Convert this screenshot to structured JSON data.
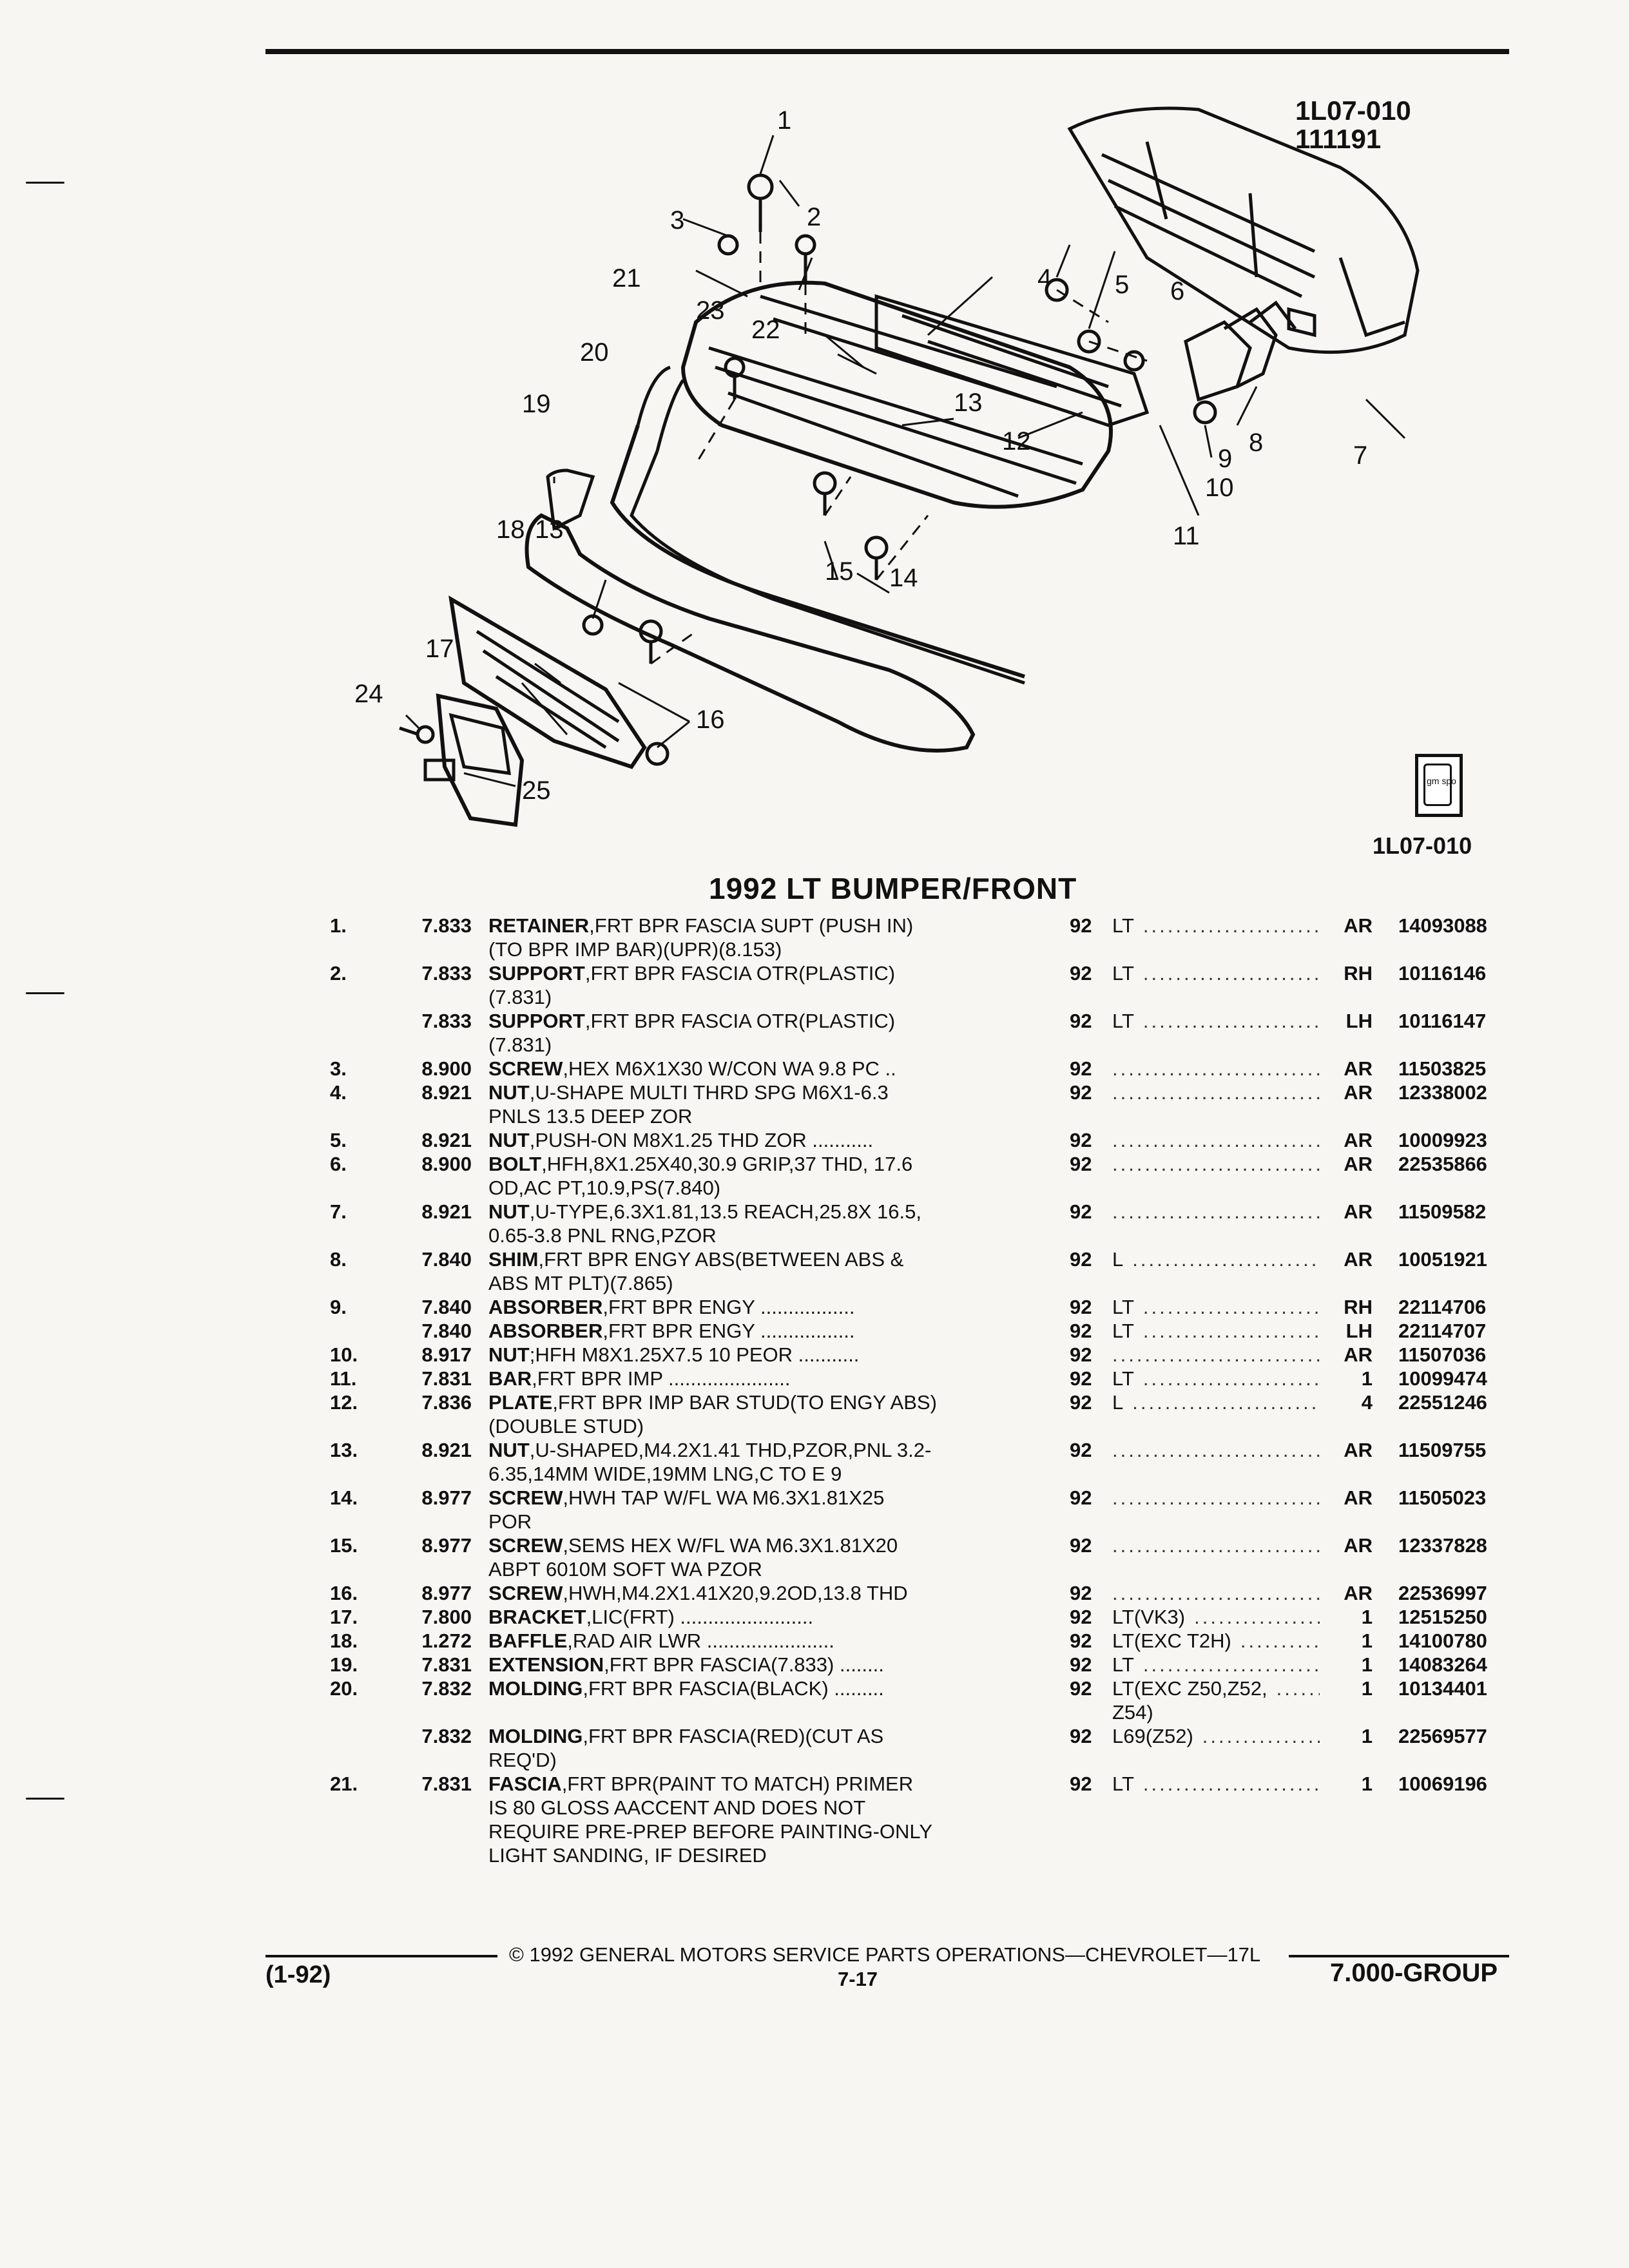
{
  "illustration": {
    "code_top_line1": "1L07-010",
    "code_top_line2": "111191",
    "code_bottom": "1L07-010",
    "logo_text": "gm spo",
    "callouts": [
      "1",
      "2",
      "3",
      "4",
      "5",
      "6",
      "7",
      "8",
      "9",
      "10",
      "11",
      "12",
      "13",
      "13",
      "14",
      "15",
      "16",
      "17",
      "18",
      "19",
      "20",
      "21",
      "22",
      "23",
      "24",
      "25"
    ]
  },
  "title": "1992 LT BUMPER/FRONT",
  "rows": [
    {
      "ref": "1.",
      "grp": "7.833",
      "name": "RETAINER",
      "desc": ",FRT BPR FASCIA SUPT (PUSH IN)",
      "yr": "92",
      "model": "LT",
      "qty": "AR",
      "pn": "14093088"
    },
    {
      "desc": "(TO BPR IMP BAR)(UPR)(8.153)"
    },
    {
      "ref": "2.",
      "grp": "7.833",
      "name": "SUPPORT",
      "desc": ",FRT BPR FASCIA OTR(PLASTIC)",
      "yr": "92",
      "model": "LT",
      "qty": "RH",
      "pn": "10116146"
    },
    {
      "desc": "(7.831)"
    },
    {
      "grp": "7.833",
      "name": "SUPPORT",
      "desc": ",FRT BPR FASCIA OTR(PLASTIC)",
      "yr": "92",
      "model": "LT",
      "qty": "LH",
      "pn": "10116147"
    },
    {
      "desc": "(7.831)"
    },
    {
      "ref": "3.",
      "grp": "8.900",
      "name": "SCREW",
      "desc": ",HEX M6X1X30 W/CON WA 9.8 PC ..",
      "yr": "92",
      "model": "",
      "qty": "AR",
      "pn": "11503825"
    },
    {
      "ref": "4.",
      "grp": "8.921",
      "name": "NUT",
      "desc": ",U-SHAPE MULTI THRD SPG M6X1-6.3",
      "yr": "92",
      "model": "",
      "qty": "AR",
      "pn": "12338002"
    },
    {
      "desc": "PNLS 13.5 DEEP ZOR"
    },
    {
      "ref": "5.",
      "grp": "8.921",
      "name": "NUT",
      "desc": ",PUSH-ON M8X1.25 THD ZOR ...........",
      "yr": "92",
      "model": "",
      "qty": "AR",
      "pn": "10009923"
    },
    {
      "ref": "6.",
      "grp": "8.900",
      "name": "BOLT",
      "desc": ",HFH,8X1.25X40,30.9 GRIP,37 THD, 17.6",
      "yr": "92",
      "model": "",
      "qty": "AR",
      "pn": "22535866"
    },
    {
      "desc": "OD,AC PT,10.9,PS(7.840)"
    },
    {
      "ref": "7.",
      "grp": "8.921",
      "name": "NUT",
      "desc": ",U-TYPE,6.3X1.81,13.5 REACH,25.8X 16.5,",
      "yr": "92",
      "model": "",
      "qty": "AR",
      "pn": "11509582"
    },
    {
      "desc": "0.65-3.8 PNL RNG,PZOR"
    },
    {
      "ref": "8.",
      "grp": "7.840",
      "name": "SHIM",
      "desc": ",FRT BPR ENGY ABS(BETWEEN ABS &",
      "yr": "92",
      "model": "L",
      "qty": "AR",
      "pn": "10051921"
    },
    {
      "desc": "ABS MT PLT)(7.865)"
    },
    {
      "ref": "9.",
      "grp": "7.840",
      "name": "ABSORBER",
      "desc": ",FRT BPR ENGY .................",
      "yr": "92",
      "model": "LT",
      "qty": "RH",
      "pn": "22114706"
    },
    {
      "grp": "7.840",
      "name": "ABSORBER",
      "desc": ",FRT BPR ENGY .................",
      "yr": "92",
      "model": "LT",
      "qty": "LH",
      "pn": "22114707"
    },
    {
      "ref": "10.",
      "grp": "8.917",
      "name": "NUT",
      "desc": ";HFH M8X1.25X7.5 10 PEOR ...........",
      "yr": "92",
      "model": "",
      "qty": "AR",
      "pn": "11507036"
    },
    {
      "ref": "11.",
      "grp": "7.831",
      "name": "BAR",
      "desc": ",FRT BPR IMP ......................",
      "yr": "92",
      "model": "LT",
      "qty": "1",
      "pn": "10099474"
    },
    {
      "ref": "12.",
      "grp": "7.836",
      "name": "PLATE",
      "desc": ",FRT BPR IMP BAR STUD(TO ENGY ABS)",
      "yr": "92",
      "model": "L",
      "qty": "4",
      "pn": "22551246"
    },
    {
      "desc": "(DOUBLE STUD)"
    },
    {
      "ref": "13.",
      "grp": "8.921",
      "name": "NUT",
      "desc": ",U-SHAPED,M4.2X1.41 THD,PZOR,PNL 3.2-",
      "yr": "92",
      "model": "",
      "qty": "AR",
      "pn": "11509755"
    },
    {
      "desc": "6.35,14MM WIDE,19MM LNG,C TO E 9"
    },
    {
      "ref": "14.",
      "grp": "8.977",
      "name": "SCREW",
      "desc": ",HWH TAP W/FL WA M6.3X1.81X25",
      "yr": "92",
      "model": "",
      "qty": "AR",
      "pn": "11505023"
    },
    {
      "desc": "POR"
    },
    {
      "ref": "15.",
      "grp": "8.977",
      "name": "SCREW",
      "desc": ",SEMS HEX W/FL WA M6.3X1.81X20",
      "yr": "92",
      "model": "",
      "qty": "AR",
      "pn": "12337828"
    },
    {
      "desc": "ABPT 6010M SOFT WA PZOR"
    },
    {
      "ref": "16.",
      "grp": "8.977",
      "name": "SCREW",
      "desc": ",HWH,M4.2X1.41X20,9.2OD,13.8 THD",
      "yr": "92",
      "model": "",
      "qty": "AR",
      "pn": "22536997"
    },
    {
      "ref": "17.",
      "grp": "7.800",
      "name": "BRACKET",
      "desc": ",LIC(FRT) ........................",
      "yr": "92",
      "model": "LT(VK3)",
      "qty": "1",
      "pn": "12515250"
    },
    {
      "ref": "18.",
      "grp": "1.272",
      "name": "BAFFLE",
      "desc": ",RAD AIR LWR .......................",
      "yr": "92",
      "model": "LT(EXC T2H)",
      "qty": "1",
      "pn": "14100780"
    },
    {
      "ref": "19.",
      "grp": "7.831",
      "name": "EXTENSION",
      "desc": ",FRT BPR FASCIA(7.833) ........",
      "yr": "92",
      "model": "LT",
      "qty": "1",
      "pn": "14083264"
    },
    {
      "ref": "20.",
      "grp": "7.832",
      "name": "MOLDING",
      "desc": ",FRT BPR FASCIA(BLACK) .........",
      "yr": "92",
      "model": "LT(EXC Z50,Z52,",
      "qty": "1",
      "pn": "10134401"
    },
    {
      "model": "Z54)"
    },
    {
      "grp": "7.832",
      "name": "MOLDING",
      "desc": ",FRT BPR FASCIA(RED)(CUT AS",
      "yr": "92",
      "model": "L69(Z52)",
      "qty": "1",
      "pn": "22569577"
    },
    {
      "desc": "REQ'D)"
    },
    {
      "ref": "21.",
      "grp": "7.831",
      "name": "FASCIA",
      "desc": ",FRT BPR(PAINT TO MATCH) PRIMER",
      "yr": "92",
      "model": "LT",
      "qty": "1",
      "pn": "10069196"
    },
    {
      "desc": "IS 80 GLOSS AACCENT AND DOES NOT"
    },
    {
      "desc": "REQUIRE PRE-PREP BEFORE PAINTING-ONLY"
    },
    {
      "desc": "LIGHT SANDING, IF DESIRED"
    }
  ],
  "footer": {
    "copyright": "© 1992 GENERAL MOTORS SERVICE PARTS OPERATIONS—CHEVROLET—17L",
    "date": "(1-92)",
    "page": "7-17",
    "group": "7.000-GROUP"
  }
}
